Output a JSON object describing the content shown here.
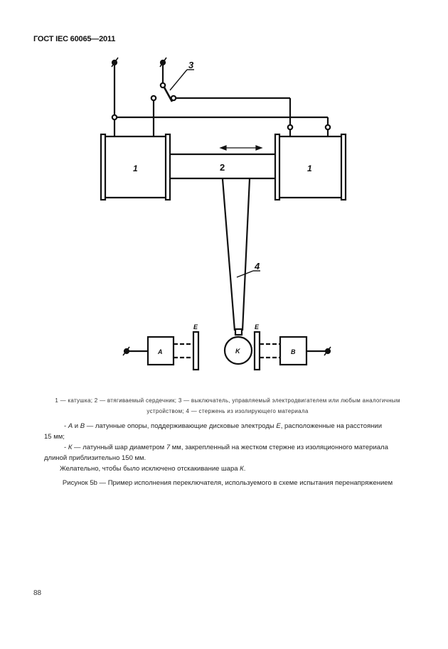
{
  "header": {
    "standard_id": "ГОСТ IEC 60065—2011"
  },
  "diagram": {
    "labels": {
      "coil_left": "1",
      "coil_right": "1",
      "core": "2",
      "switch": "3",
      "rod": "4",
      "support_a": "A",
      "support_b": "B",
      "ball": "K",
      "electrode_left": "E",
      "electrode_right": "E"
    }
  },
  "legend": {
    "line1": "1 — катушка; 2 — втягиваемый сердечник; 3 — выключатель, управляемый электродвигателем или любым аналогичным",
    "line2": "устройством; 4 — стержень из изолирующего материала"
  },
  "notes": {
    "item1_prefix": "- ",
    "item1_a": "А",
    "item1_and": " и ",
    "item1_b": "В",
    "item1_text": " — латунные опоры, поддерживающие дисковые электроды ",
    "item1_e": "Е",
    "item1_tail": ",  расположенные  на  расстоянии",
    "item1_cont": "15 мм;",
    "item2_prefix": "- ",
    "item2_k": "К",
    "item2_text": " — латунный  шар  диаметром ",
    "item2_num": "7",
    "item2_tail": " мм,  закрепленный  на  жестком стержне из изоляционного материала",
    "item2_cont": "длиной приблизительно 150 мм.",
    "item3_text": "Желательно, чтобы было исключено отскакивание шара ",
    "item3_k": "К",
    "item3_end": "."
  },
  "caption": "Рисунок 5b — Пример исполнения переключателя, используемого в схеме испытания перенапряжением",
  "page_number": "88"
}
